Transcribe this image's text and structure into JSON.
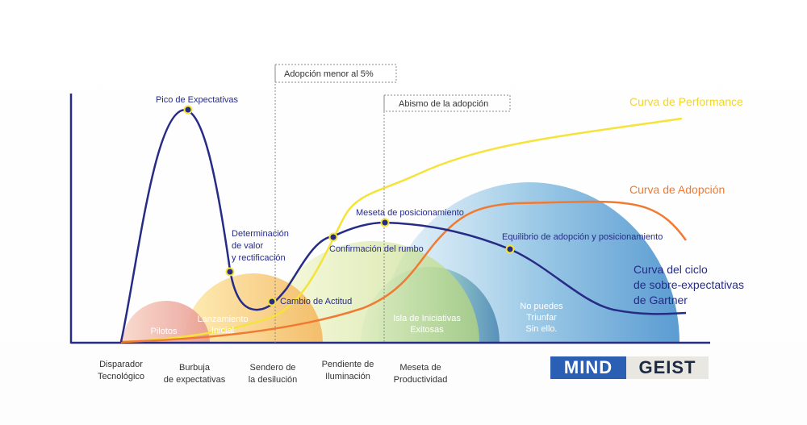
{
  "labels": {
    "pico": "Pico de Expectativas",
    "determinacion": [
      "Determinación",
      "de valor",
      "y rectificación"
    ],
    "cambio": "Cambio de Actitud",
    "confirmacion": "Confirmación del rumbo",
    "meseta": "Meseta de posicionamiento",
    "equilibrio": "Equilibrio de adopción y posicionamiento",
    "adopcion_menor": "Adopción menor al 5%",
    "abismo": "Abismo de la adopción"
  },
  "curves": {
    "performance": "Curva de Performance",
    "adopcion": "Curva de Adopción",
    "gartner": [
      "Curva del ciclo",
      "de sobre-expectativas",
      "de Gartner"
    ]
  },
  "bubbles": {
    "pilotos": "Pilotos",
    "lanzamiento": [
      "Lanzamiento",
      "Inicial"
    ],
    "isla": [
      "Isla de Iniciativas",
      "Exitosas"
    ],
    "no_puedes": [
      "No puedes",
      "Triunfar",
      "Sin ello."
    ]
  },
  "axis": {
    "disparador": [
      "Disparador",
      "Tecnológico"
    ],
    "burbuja": [
      "Burbuja",
      "de expectativas"
    ],
    "sendero": [
      "Sendero de",
      "la desilución"
    ],
    "pendiente": [
      "Pendiente de",
      "Iluminación"
    ],
    "productividad": [
      "Meseta de",
      "Productividad"
    ]
  },
  "brand": {
    "part1": "MIND",
    "part2": "GEIST"
  },
  "colors": {
    "gartner": "#262b86",
    "performance": "#f5e33a",
    "adopcion": "#f07a32",
    "brand_blue": "#2b5fb3"
  }
}
